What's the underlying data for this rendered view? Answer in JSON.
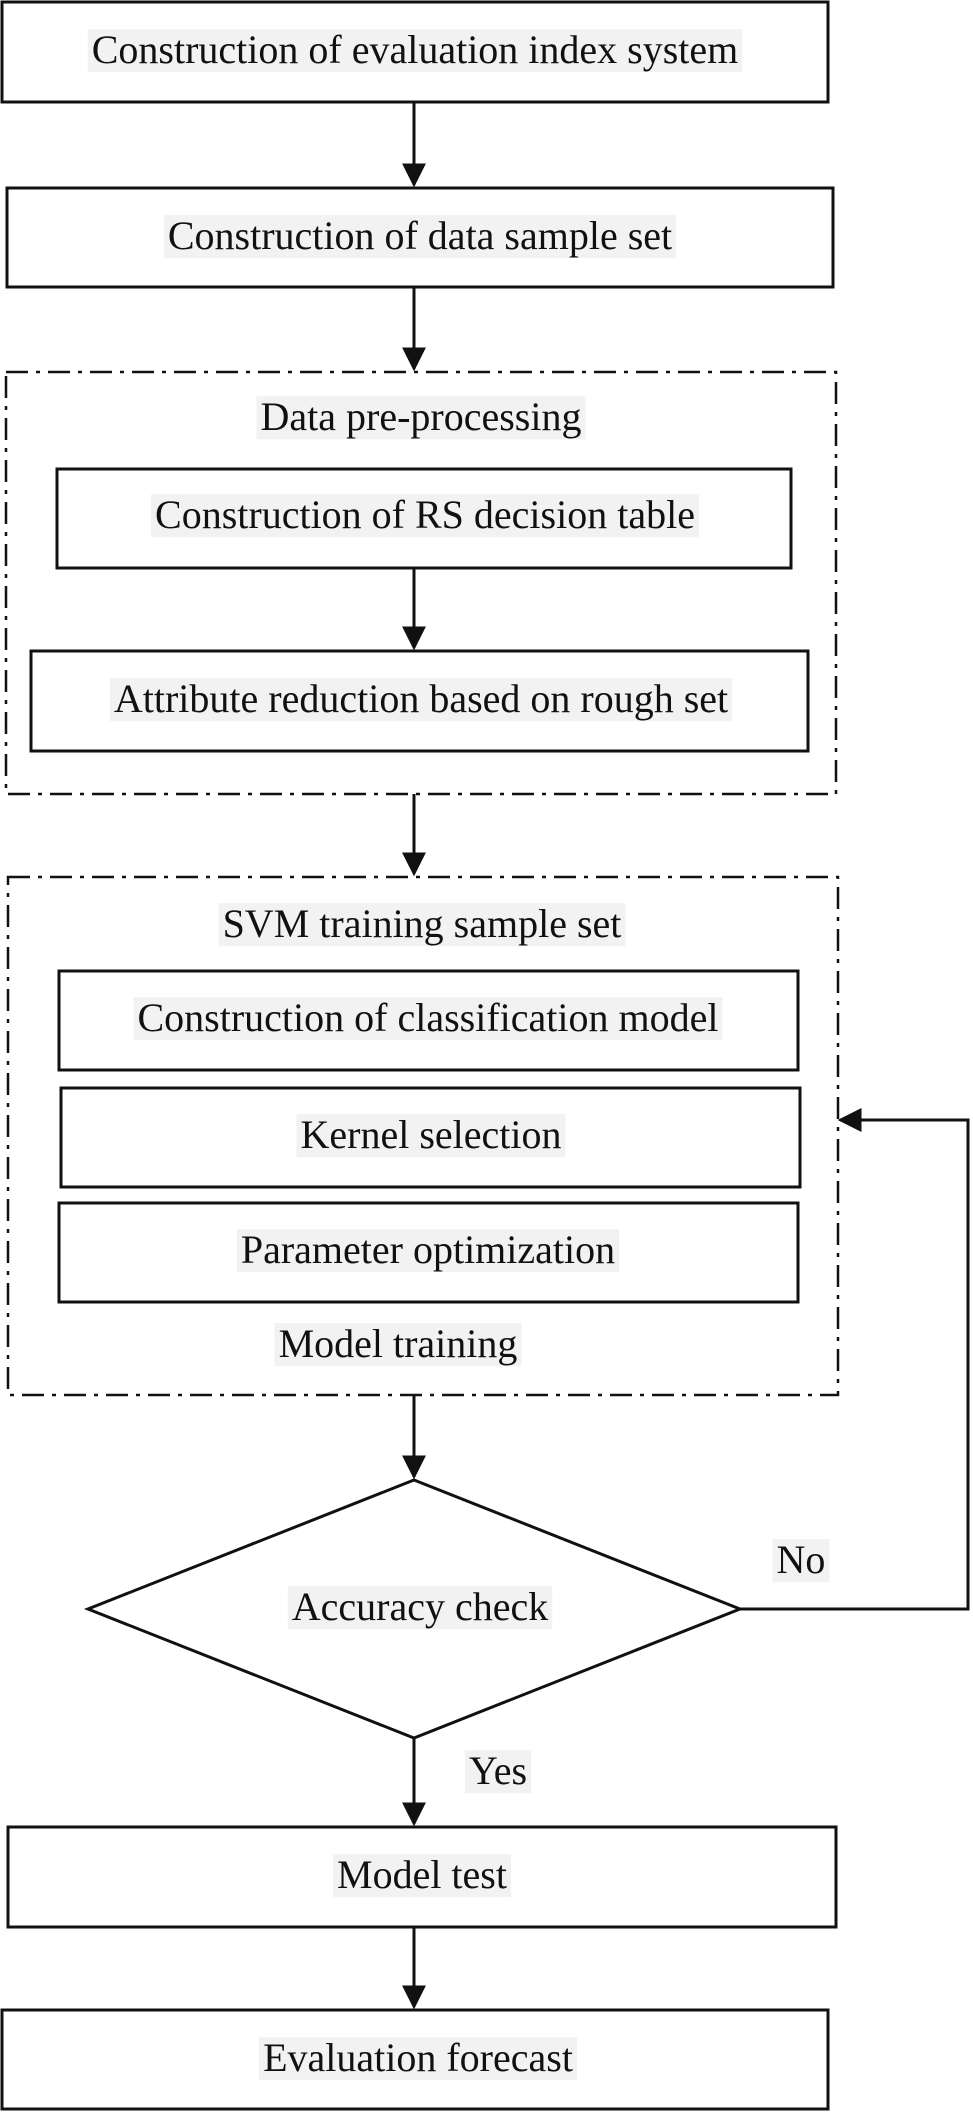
{
  "nodes": {
    "index_system": "Construction of evaluation index system",
    "data_sample_set": "Construction of data sample set",
    "preprocessing_group": "Data pre-processing",
    "rs_decision_table": "Construction of RS decision table",
    "attribute_reduction": "Attribute reduction based on rough set",
    "svm_training_set": "SVM training sample set",
    "classification_model": "Construction of classification model",
    "kernel_selection": "Kernel selection",
    "parameter_optimization": "Parameter optimization",
    "model_training_group": "Model training",
    "accuracy_check": "Accuracy check",
    "model_test": "Model test",
    "evaluation_forecast": "Evaluation forecast"
  },
  "edges": {
    "no_label": "No",
    "yes_label": "Yes"
  },
  "colors": {
    "stroke": "#111111",
    "text_bg": "#f2f2f2"
  }
}
